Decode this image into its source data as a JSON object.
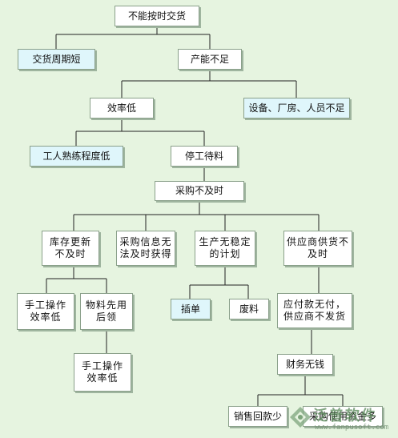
{
  "nodes": {
    "root": "不能按时交货",
    "short_delivery": "交货周期短",
    "low_capacity": "产能不足",
    "low_efficiency": "效率低",
    "equipment_shortage": "设备、厂房、人员不足",
    "worker_skill": "工人熟练程度低",
    "waiting_material": "停工待料",
    "late_purchase": "采购不及时",
    "inventory_update": "库存更新不及时",
    "purchase_info": "采购信息无法及时获得",
    "unstable_plan": "生产无稳定的计划",
    "supplier_late": "供应商供货不及时",
    "manual_inefficient": "手工操作效率低",
    "material_requisition": "物料先用后领",
    "plug_order": "插单",
    "scrap": "废料",
    "payable_overdue": "应付款无付，供应商不发货",
    "manual_inefficient_2": "手工操作效率低",
    "finance_shortage": "财务无钱",
    "low_sales_return": "销售回款少",
    "purchase_misuse": "采购使用资金多"
  },
  "watermark": {
    "title": "泛普软件",
    "url": "www.fanpusoft.com"
  },
  "colors": {
    "background": "#e6f4e0",
    "node_fill": "#ffffff",
    "highlight_fill": "#dff6fb",
    "line": "#222222"
  }
}
